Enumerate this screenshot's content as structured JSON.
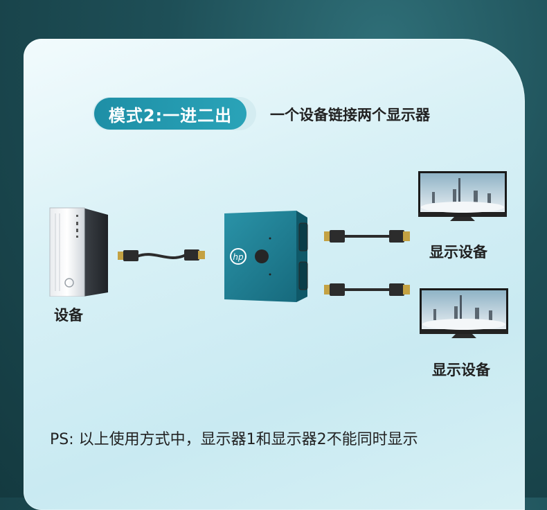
{
  "mode": {
    "label": "模式2:一进二出",
    "description": "一个设备链接两个显示器"
  },
  "source": {
    "label": "设备",
    "icon": "pc-tower-icon"
  },
  "switch": {
    "icon": "hdmi-switch-icon",
    "logo": "hp-logo"
  },
  "outputs": [
    {
      "label": "显示设备",
      "icon": "monitor-icon"
    },
    {
      "label": "显示设备",
      "icon": "monitor-icon"
    }
  ],
  "note": "PS: 以上使用方式中，显示器1和显示器2不能同时显示",
  "colors": {
    "accent": "#1e8fa6",
    "switch_body": "#1f7f95",
    "background": "#1e4f57"
  }
}
